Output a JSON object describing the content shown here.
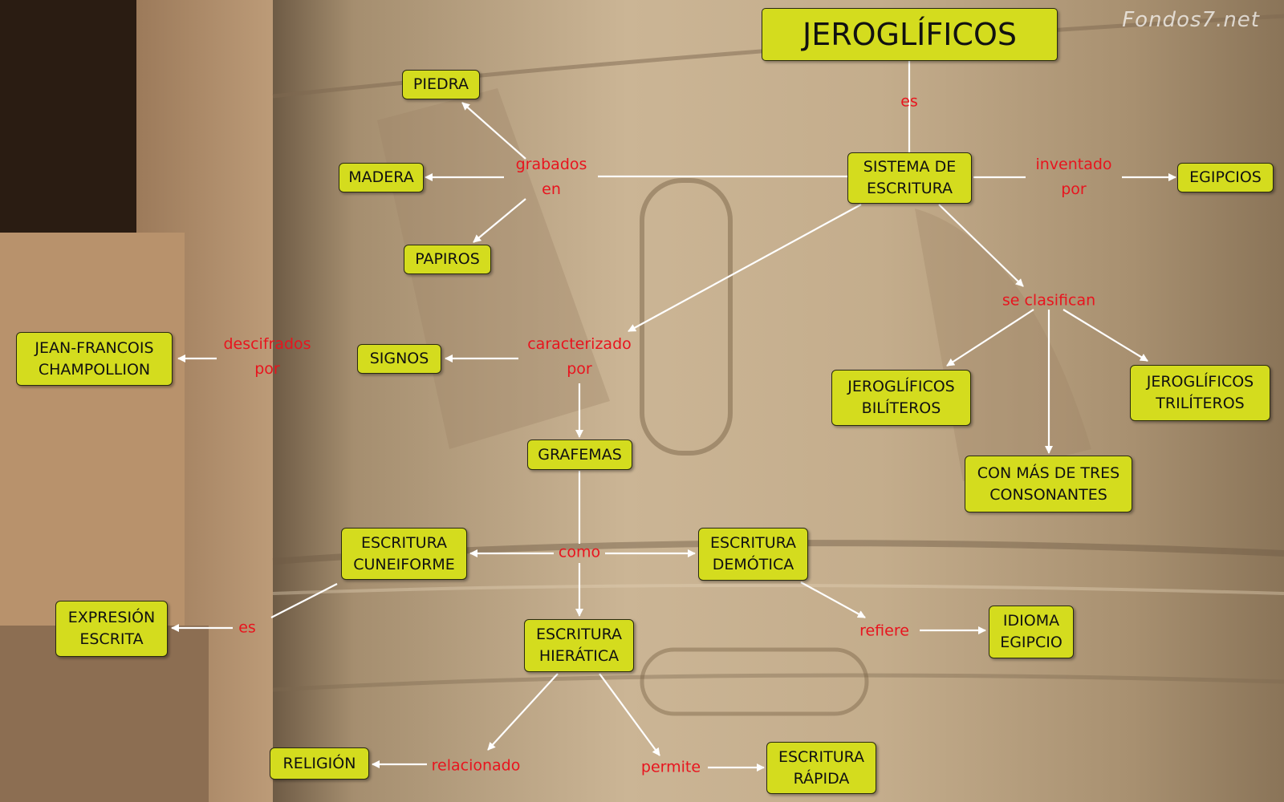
{
  "watermark": "Fondos7.net",
  "colors": {
    "node_fill": "#d4dc1e",
    "link_label": "#e8141e",
    "arrow": "#ffffff"
  },
  "nodes": {
    "jeroglificos": "JEROGLÍFICOS",
    "sistema": "SISTEMA DE\nESCRITURA",
    "piedra": "PIEDRA",
    "madera": "MADERA",
    "papiros": "PAPIROS",
    "egipcios": "EGIPCIOS",
    "champollion": "JEAN-FRANCOIS\nCHAMPOLLION",
    "signos": "SIGNOS",
    "grafemas": "GRAFEMAS",
    "biliteros": "JEROGLÍFICOS\nBILÍTEROS",
    "triliteros": "JEROGLÍFICOS\nTRILÍTEROS",
    "mas_tres": "CON MÁS DE TRES\nCONSONANTES",
    "cuneiforme": "ESCRITURA\nCUNEIFORME",
    "demotica": "ESCRITURA\nDEMÓTICA",
    "expresion": "EXPRESIÓN\nESCRITA",
    "hieratica": "ESCRITURA\nHIERÁTICA",
    "idioma": "IDIOMA\nEGIPCIO",
    "religion": "RELIGIÓN",
    "rapida": "ESCRITURA\nRÁPIDA"
  },
  "link_labels": {
    "es_1": "es",
    "grabados_en": "grabados\nen",
    "inventado_por": "inventado\npor",
    "se_clasifican": "se clasifican",
    "descifrados_por": "descifrados\npor",
    "caracterizado_por": "caracterizado\npor",
    "como": "como",
    "es_2": "es",
    "refiere": "refiere",
    "relacionado": "relacionado",
    "permite": "permite"
  }
}
